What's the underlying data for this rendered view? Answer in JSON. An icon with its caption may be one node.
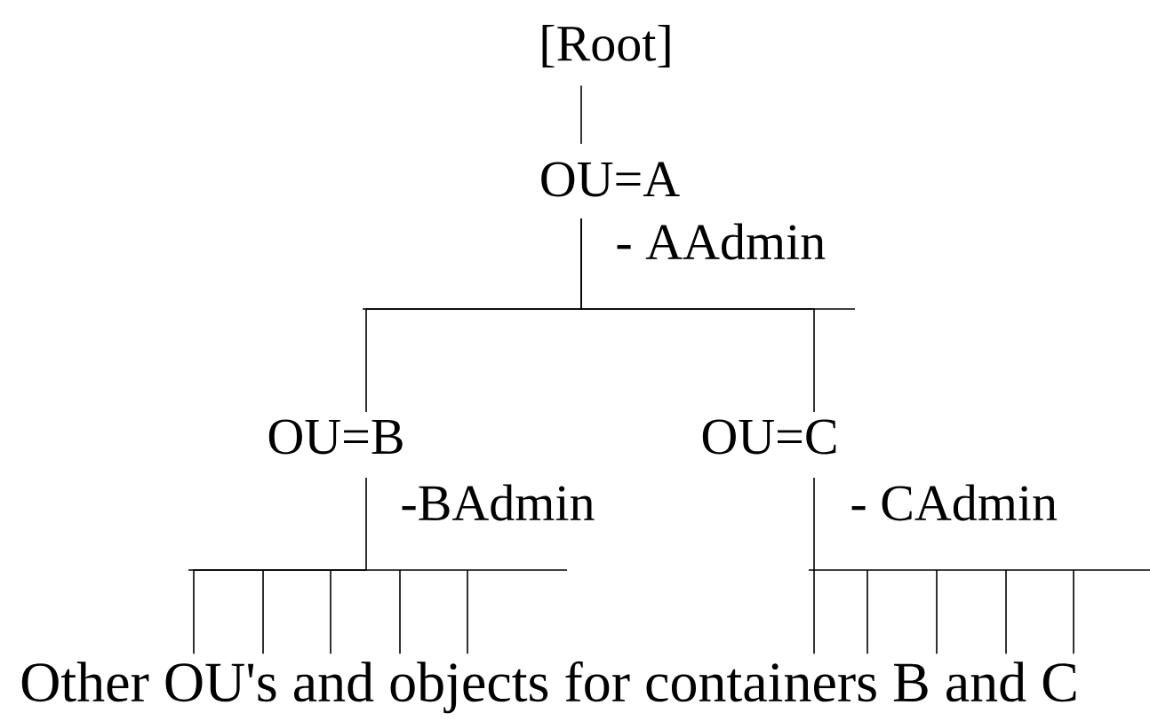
{
  "diagram": {
    "nodes": [
      {
        "text": [
          "[Root]"
        ]
      },
      {
        "text": [
          "OU=A"
        ],
        "beside": [
          "- AAdmin"
        ]
      },
      {
        "text": [
          "OU=B"
        ],
        "beside": [
          "-BAdmin"
        ]
      },
      {
        "text": [
          "OU=C"
        ],
        "beside": [
          "- CAdmin"
        ]
      },
      {
        "text": [
          "Other OU's and objects for containers B and C"
        ]
      }
    ],
    "edges": [
      {
        "from": 0,
        "to": 1,
        "arrow": "none"
      },
      {
        "from": 1,
        "to": 2,
        "arrow": "none"
      },
      {
        "from": 1,
        "to": 3,
        "arrow": "none"
      },
      {
        "from": 2,
        "to": 4,
        "arrow": "none"
      },
      {
        "from": 3,
        "to": 4,
        "arrow": "none"
      }
    ]
  }
}
